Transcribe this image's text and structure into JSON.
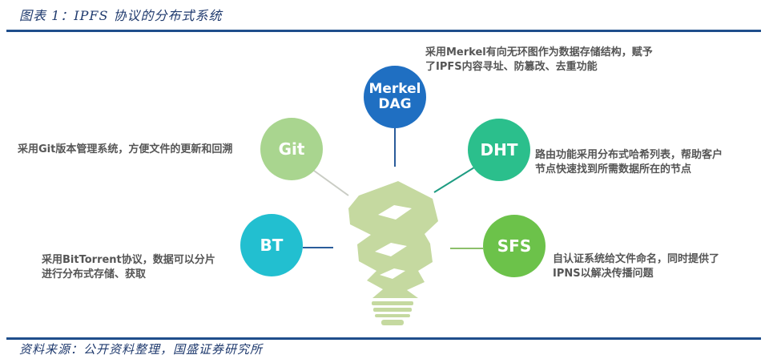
{
  "header": {
    "title": "图表 1：IPFS 协议的分布式系统"
  },
  "footer": {
    "source": "资料来源：公开资料整理，国盛证券研究所"
  },
  "diagram": {
    "center": {
      "icon": "lightbulb-icon",
      "color": "#c5d9a0"
    },
    "nodes": [
      {
        "id": "merkel",
        "label_line1": "Merkel",
        "label_line2": "DAG",
        "color": "#1f6fc2",
        "desc_line1": "采用Merkel有向无环图作为数据存储结构，赋予",
        "desc_line2": "了IPFS内容寻址、防篡改、去重功能"
      },
      {
        "id": "git",
        "label": "Git",
        "color": "#a9d58f",
        "desc_line1": "采用Git版本管理系统，方便文件的更新和回溯"
      },
      {
        "id": "dht",
        "label": "DHT",
        "color": "#2bbf8c",
        "desc_line1": "路由功能采用分布式哈希列表，帮助客户",
        "desc_line2": "节点快速找到所需数据所在的节点"
      },
      {
        "id": "bt",
        "label": "BT",
        "color": "#22bfd0",
        "desc_line1": "采用BitTorrent协议，数据可以分片",
        "desc_line2": "进行分布式存储、获取"
      },
      {
        "id": "sfs",
        "label": "SFS",
        "color": "#6cc24a",
        "desc_line1": "自认证系统给文件命名，同时提供了",
        "desc_line2": "IPNS以解决传播问题"
      }
    ]
  }
}
